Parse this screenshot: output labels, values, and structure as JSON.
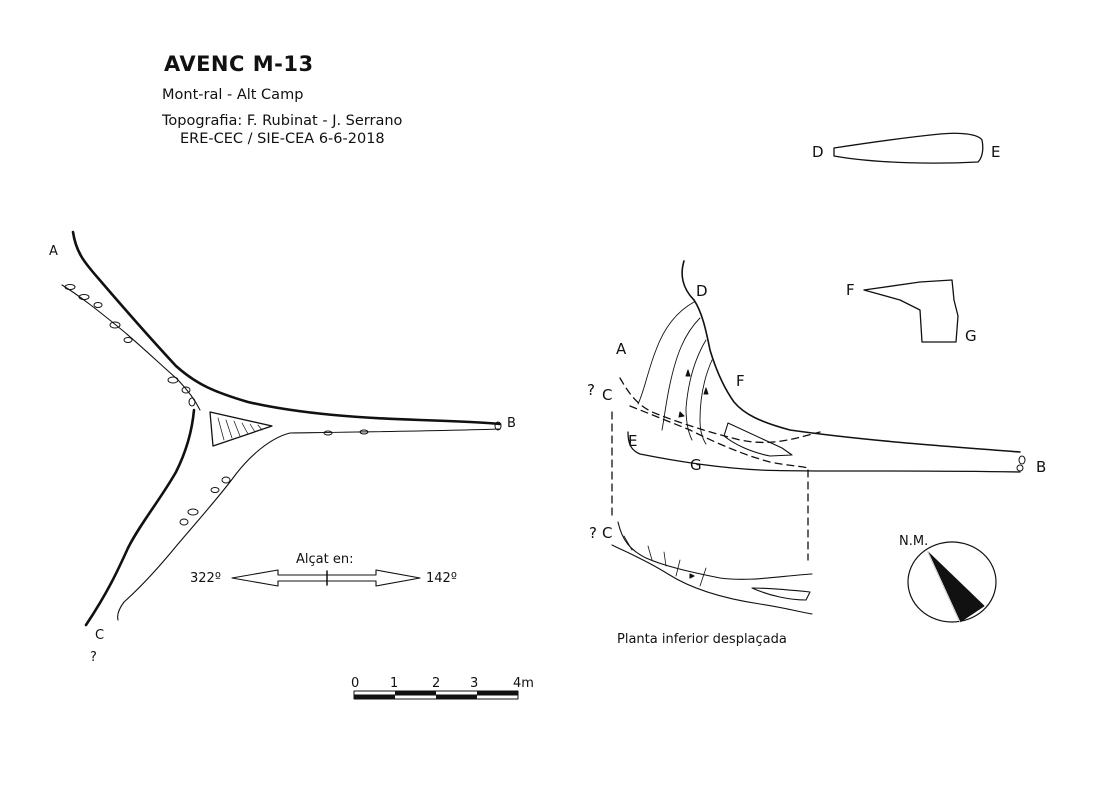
{
  "header": {
    "title": "AVENC M-13",
    "location": "Mont-ral - Alt Camp",
    "credits_line1": "Topografia: F. Rubinat - J. Serrano",
    "credits_line2": "ERE-CEC / SIE-CEA      6-6-2018"
  },
  "plan_view": {
    "label_a": "A",
    "label_b": "B",
    "label_c": "C",
    "unknown_mark": "?",
    "elevation_caption": "Alçat en:",
    "bearing_left": "322º",
    "bearing_right": "142º"
  },
  "scale_bar": {
    "ticks": [
      "0",
      "1",
      "2",
      "3",
      "4m"
    ]
  },
  "elevation_view": {
    "label_a": "A",
    "label_b": "B",
    "label_c": "C",
    "label_d": "D",
    "label_e": "E",
    "label_f": "F",
    "label_g": "G",
    "unknown_mark": "?",
    "lower_plan_label_c": "C",
    "lower_plan_unknown": "?",
    "lower_plan_caption": "Planta inferior desplaçada"
  },
  "cross_sections": {
    "de_left": "D",
    "de_right": "E",
    "fg_left": "F",
    "fg_right": "G"
  },
  "north_arrow": {
    "label": "N.M."
  },
  "colors": {
    "ink": "#111111",
    "paper": "#ffffff"
  }
}
